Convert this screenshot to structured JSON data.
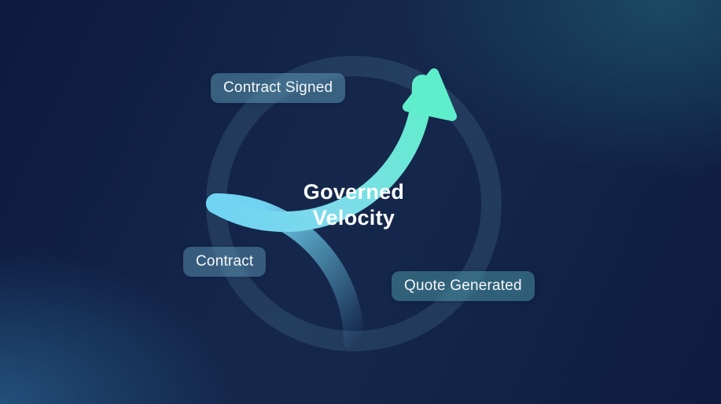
{
  "diagram": {
    "center_title_lines": [
      "Governed",
      "Velocity"
    ],
    "stages": [
      {
        "label": "Contract Signed",
        "position": "top-left",
        "bg": "rgba(110,180,205,0.42)"
      },
      {
        "label": "Contract",
        "position": "left-bottom",
        "bg": "rgba(110,175,205,0.40)"
      },
      {
        "label": "Quote Generated",
        "position": "bottom-right",
        "bg": "rgba(85,170,180,0.45)"
      }
    ],
    "icon": "clockwise-cycle-arrow",
    "colors": {
      "arc_blue": "#71d3f2",
      "arc_mid": "#7edce9",
      "arc_mint": "#5feecb",
      "ghost_ring": "rgba(150,220,240,0.12)",
      "title_text": "#ffffff",
      "bg_navy": "#101d42",
      "bg_teal": "#1b4a63",
      "bg_blue": "#23507c"
    }
  }
}
